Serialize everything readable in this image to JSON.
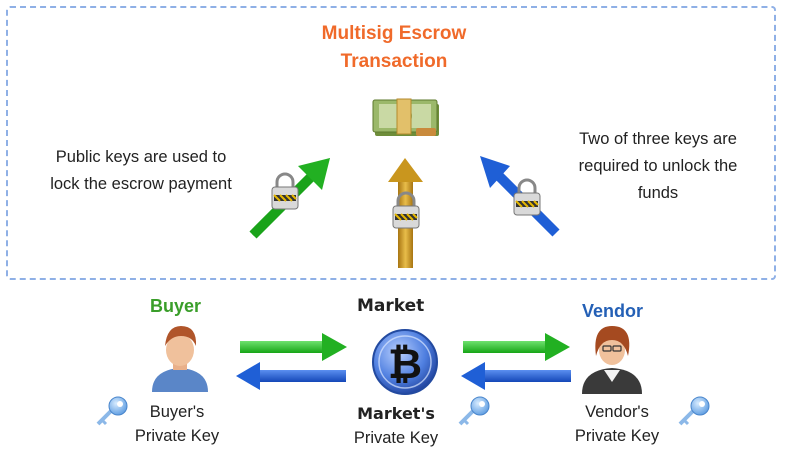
{
  "title": {
    "line1": "Multisig Escrow",
    "line2": "Transaction"
  },
  "notes": {
    "left": [
      "Public keys are used to",
      "lock the escrow payment"
    ],
    "right": [
      "Two of three keys are",
      "required to unlock the",
      "funds"
    ]
  },
  "parties": {
    "buyer": {
      "label": "Buyer",
      "key_line1": "Buyer's",
      "key_line2": "Private Key"
    },
    "market": {
      "label": "Market",
      "key_line1": "Market's",
      "key_line2": "Private Key"
    },
    "vendor": {
      "label": "Vendor",
      "key_line1": "Vendor's",
      "key_line2": "Private Key"
    }
  },
  "icons": [
    "money-stack-icon",
    "padlock-icon",
    "person-icon",
    "bitcoin-icon",
    "key-icon"
  ],
  "colors": {
    "title": "#f06a2a",
    "buyer": "#3a9e2a",
    "vendor": "#2460b6",
    "arrow_green": "#2dbb2d",
    "arrow_blue": "#1f5fd6",
    "arrow_gold": "#c9961e",
    "border": "#8fb0e6"
  }
}
